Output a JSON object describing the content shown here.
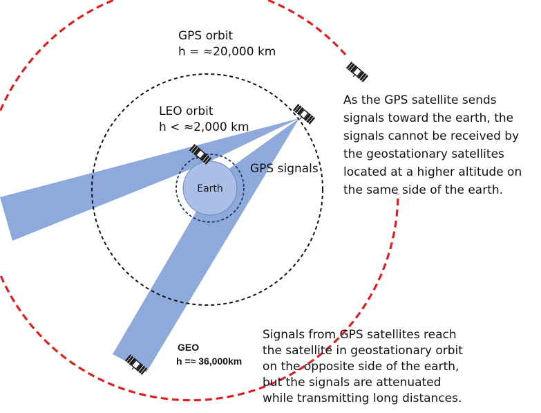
{
  "labels": {
    "gps_orbit_1": "GPS orbit",
    "gps_orbit_2": "h = ≈20,000 km",
    "leo_orbit_1": "LEO orbit",
    "leo_orbit_2": "h < ≈2,000 km",
    "gps_signals": "GPS signals",
    "earth": "Earth",
    "geo_1": "GEO",
    "geo_2": "h =≈ 36,000km"
  },
  "notes": {
    "top": [
      "As the GPS satellite sends",
      "signals toward the earth, the",
      "signals cannot be received by",
      "the geostationary satellites",
      "located at a higher altitude on",
      "the same side of the earth."
    ],
    "bottom": [
      "Signals from GPS satellites reach",
      "the satellite in geostationary orbit",
      "on the opposite side of the earth,",
      "but the signals are attenuated",
      "while transmitting long distances."
    ]
  },
  "colors": {
    "geo_orbit": "#e01e1e",
    "gps_orbit": "#111111",
    "leo_orbit": "#1f3a5a",
    "earth_fill": "#a9bfe6",
    "signal_beam": "#8ea9dc"
  },
  "icons": [
    "satellite-icon"
  ]
}
